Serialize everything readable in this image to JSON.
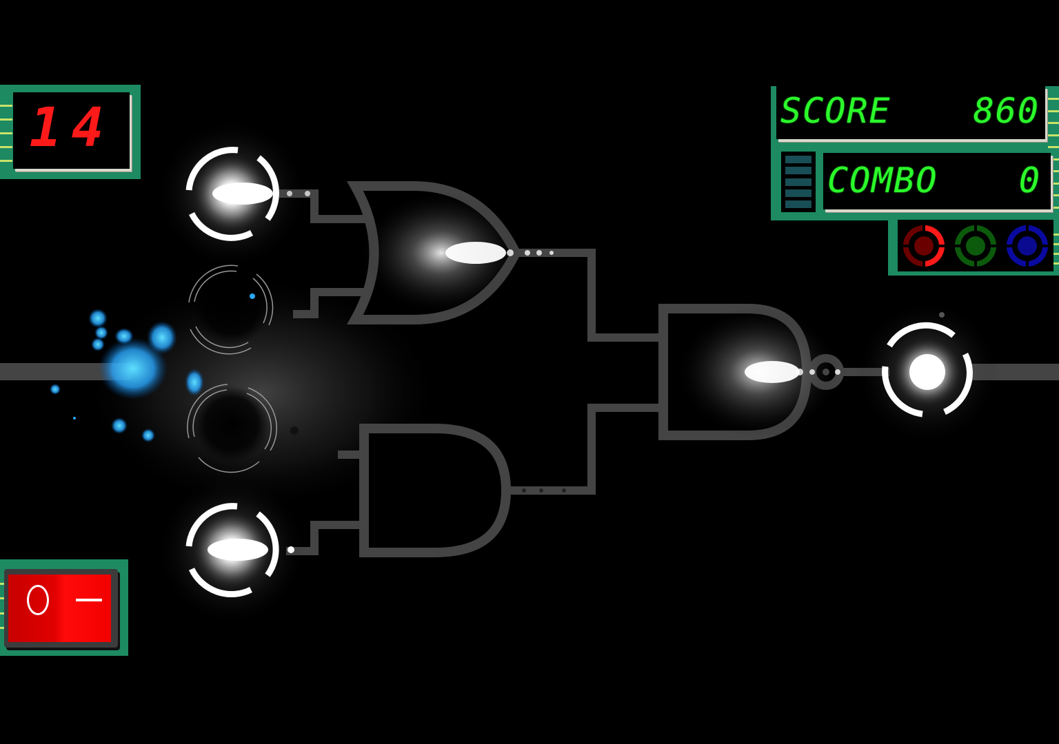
{
  "hud": {
    "timer": {
      "value": "14",
      "color": "#ff1a1a"
    },
    "score": {
      "label": "SCORE",
      "value": "860"
    },
    "combo": {
      "label": "COMBO",
      "value": "0",
      "meter_segments": 5,
      "meter_filled": 0
    },
    "color_targets": [
      {
        "name": "red",
        "color": "#ff1a1a",
        "dim": "#6a0000",
        "active": true
      },
      {
        "name": "green",
        "color": "#0c6a0c",
        "dim": "#0c5a0c",
        "active": false
      },
      {
        "name": "blue",
        "color": "#0a0aa8",
        "dim": "#0a0a90",
        "active": false
      }
    ],
    "power_switch": {
      "off_symbol": "O",
      "on_symbol": "—",
      "state": "off"
    }
  },
  "circuit": {
    "inputs": [
      {
        "id": "input-1",
        "state": "on"
      },
      {
        "id": "input-2",
        "state": "off"
      },
      {
        "id": "input-3",
        "state": "off"
      },
      {
        "id": "input-4",
        "state": "on"
      }
    ],
    "gates": [
      {
        "id": "gate-or",
        "type": "OR",
        "output": "on"
      },
      {
        "id": "gate-and",
        "type": "AND",
        "output": "off"
      },
      {
        "id": "gate-nand",
        "type": "NAND",
        "output": "on"
      }
    ],
    "output": {
      "id": "output-node",
      "state": "on"
    }
  },
  "colors": {
    "background": "#000000",
    "pcb_green": "#1d8a62",
    "pcb_pin": "#c8e36a",
    "lcd_green": "#2bff2b",
    "lcd_red": "#ff1a1a",
    "wire": "#444444",
    "spark_blue": "#2aa8ff"
  }
}
